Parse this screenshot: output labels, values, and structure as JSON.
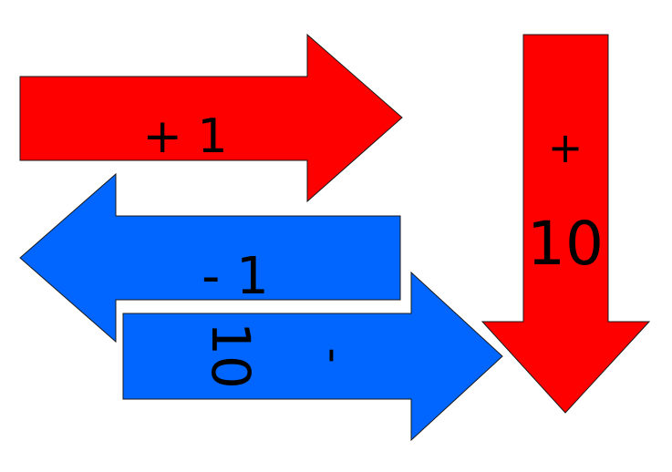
{
  "arrows": {
    "plus_one": {
      "label": "+ 1",
      "color": "#ff0000",
      "direction": "right"
    },
    "plus_ten": {
      "sign": "+",
      "number": "10",
      "color": "#ff0000",
      "direction": "down"
    },
    "minus_one": {
      "label": "- 1",
      "color": "#0066ff",
      "direction": "left"
    },
    "minus_ten": {
      "sign": "-",
      "number": "10",
      "color": "#0066ff",
      "direction": "right"
    }
  },
  "background": "#ffffff",
  "outline_color": "#1a1a1a"
}
